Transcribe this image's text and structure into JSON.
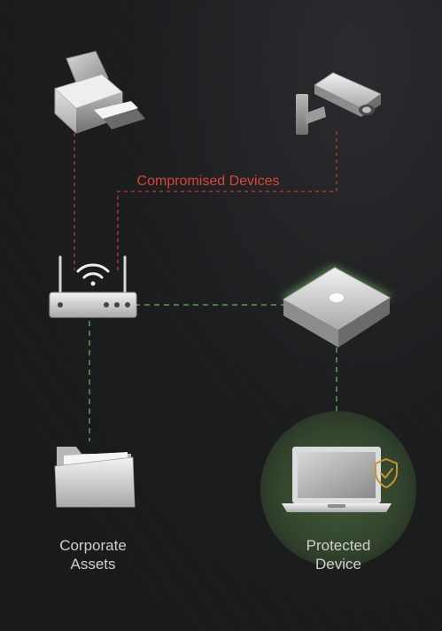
{
  "labels": {
    "compromised": "Compromised Devices",
    "corporate_assets_line1": "Corporate",
    "corporate_assets_line2": "Assets",
    "protected_line1": "Protected",
    "protected_line2": "Device"
  },
  "colors": {
    "background": "#1b1c1e",
    "compromised_link": "#c0392b",
    "secure_link": "#6fae5c",
    "label_text": "#cfcfcf",
    "compromised_text": "#d9453a",
    "shield": "#c8902e",
    "device_glow": "#8fe07a"
  },
  "icons": {
    "printer": "printer-icon",
    "camera": "security-camera-icon",
    "router": "wifi-router-icon",
    "gateway": "security-gateway-icon",
    "folder": "folder-icon",
    "laptop": "laptop-icon",
    "shield": "shield-check-icon"
  }
}
